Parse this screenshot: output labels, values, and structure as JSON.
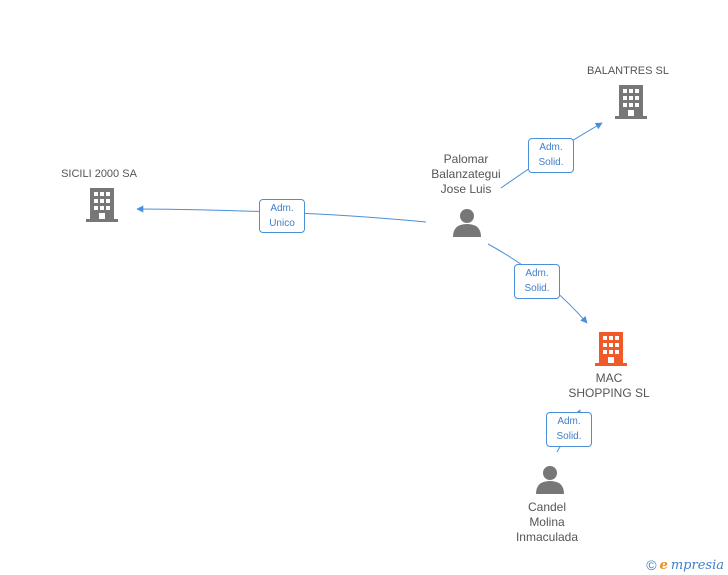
{
  "nodes": {
    "balantres": {
      "label": "BALANTRES SL",
      "type": "company",
      "color": "#777777"
    },
    "sicili": {
      "label": "SICILI 2000 SA",
      "type": "company",
      "color": "#777777"
    },
    "palomar": {
      "label": "Palomar\nBalanzategui\nJose Luis",
      "type": "person",
      "color": "#777777"
    },
    "mac": {
      "label": "MAC\nSHOPPING SL",
      "type": "company",
      "color": "#f05a28"
    },
    "candel": {
      "label": "Candel\nMolina\nInmaculada",
      "type": "person",
      "color": "#777777"
    }
  },
  "edges": {
    "palomar_balantres": "Adm.\nSolid.",
    "palomar_sicili": "Adm.\nUnico",
    "palomar_mac": "Adm.\nSolid.",
    "candel_mac": "Adm.\nSolid."
  },
  "colors": {
    "edge": "#4a90d9"
  },
  "footer": {
    "copyright_symbol": "©",
    "brand_initial": "e",
    "brand_rest": "mpresia"
  }
}
